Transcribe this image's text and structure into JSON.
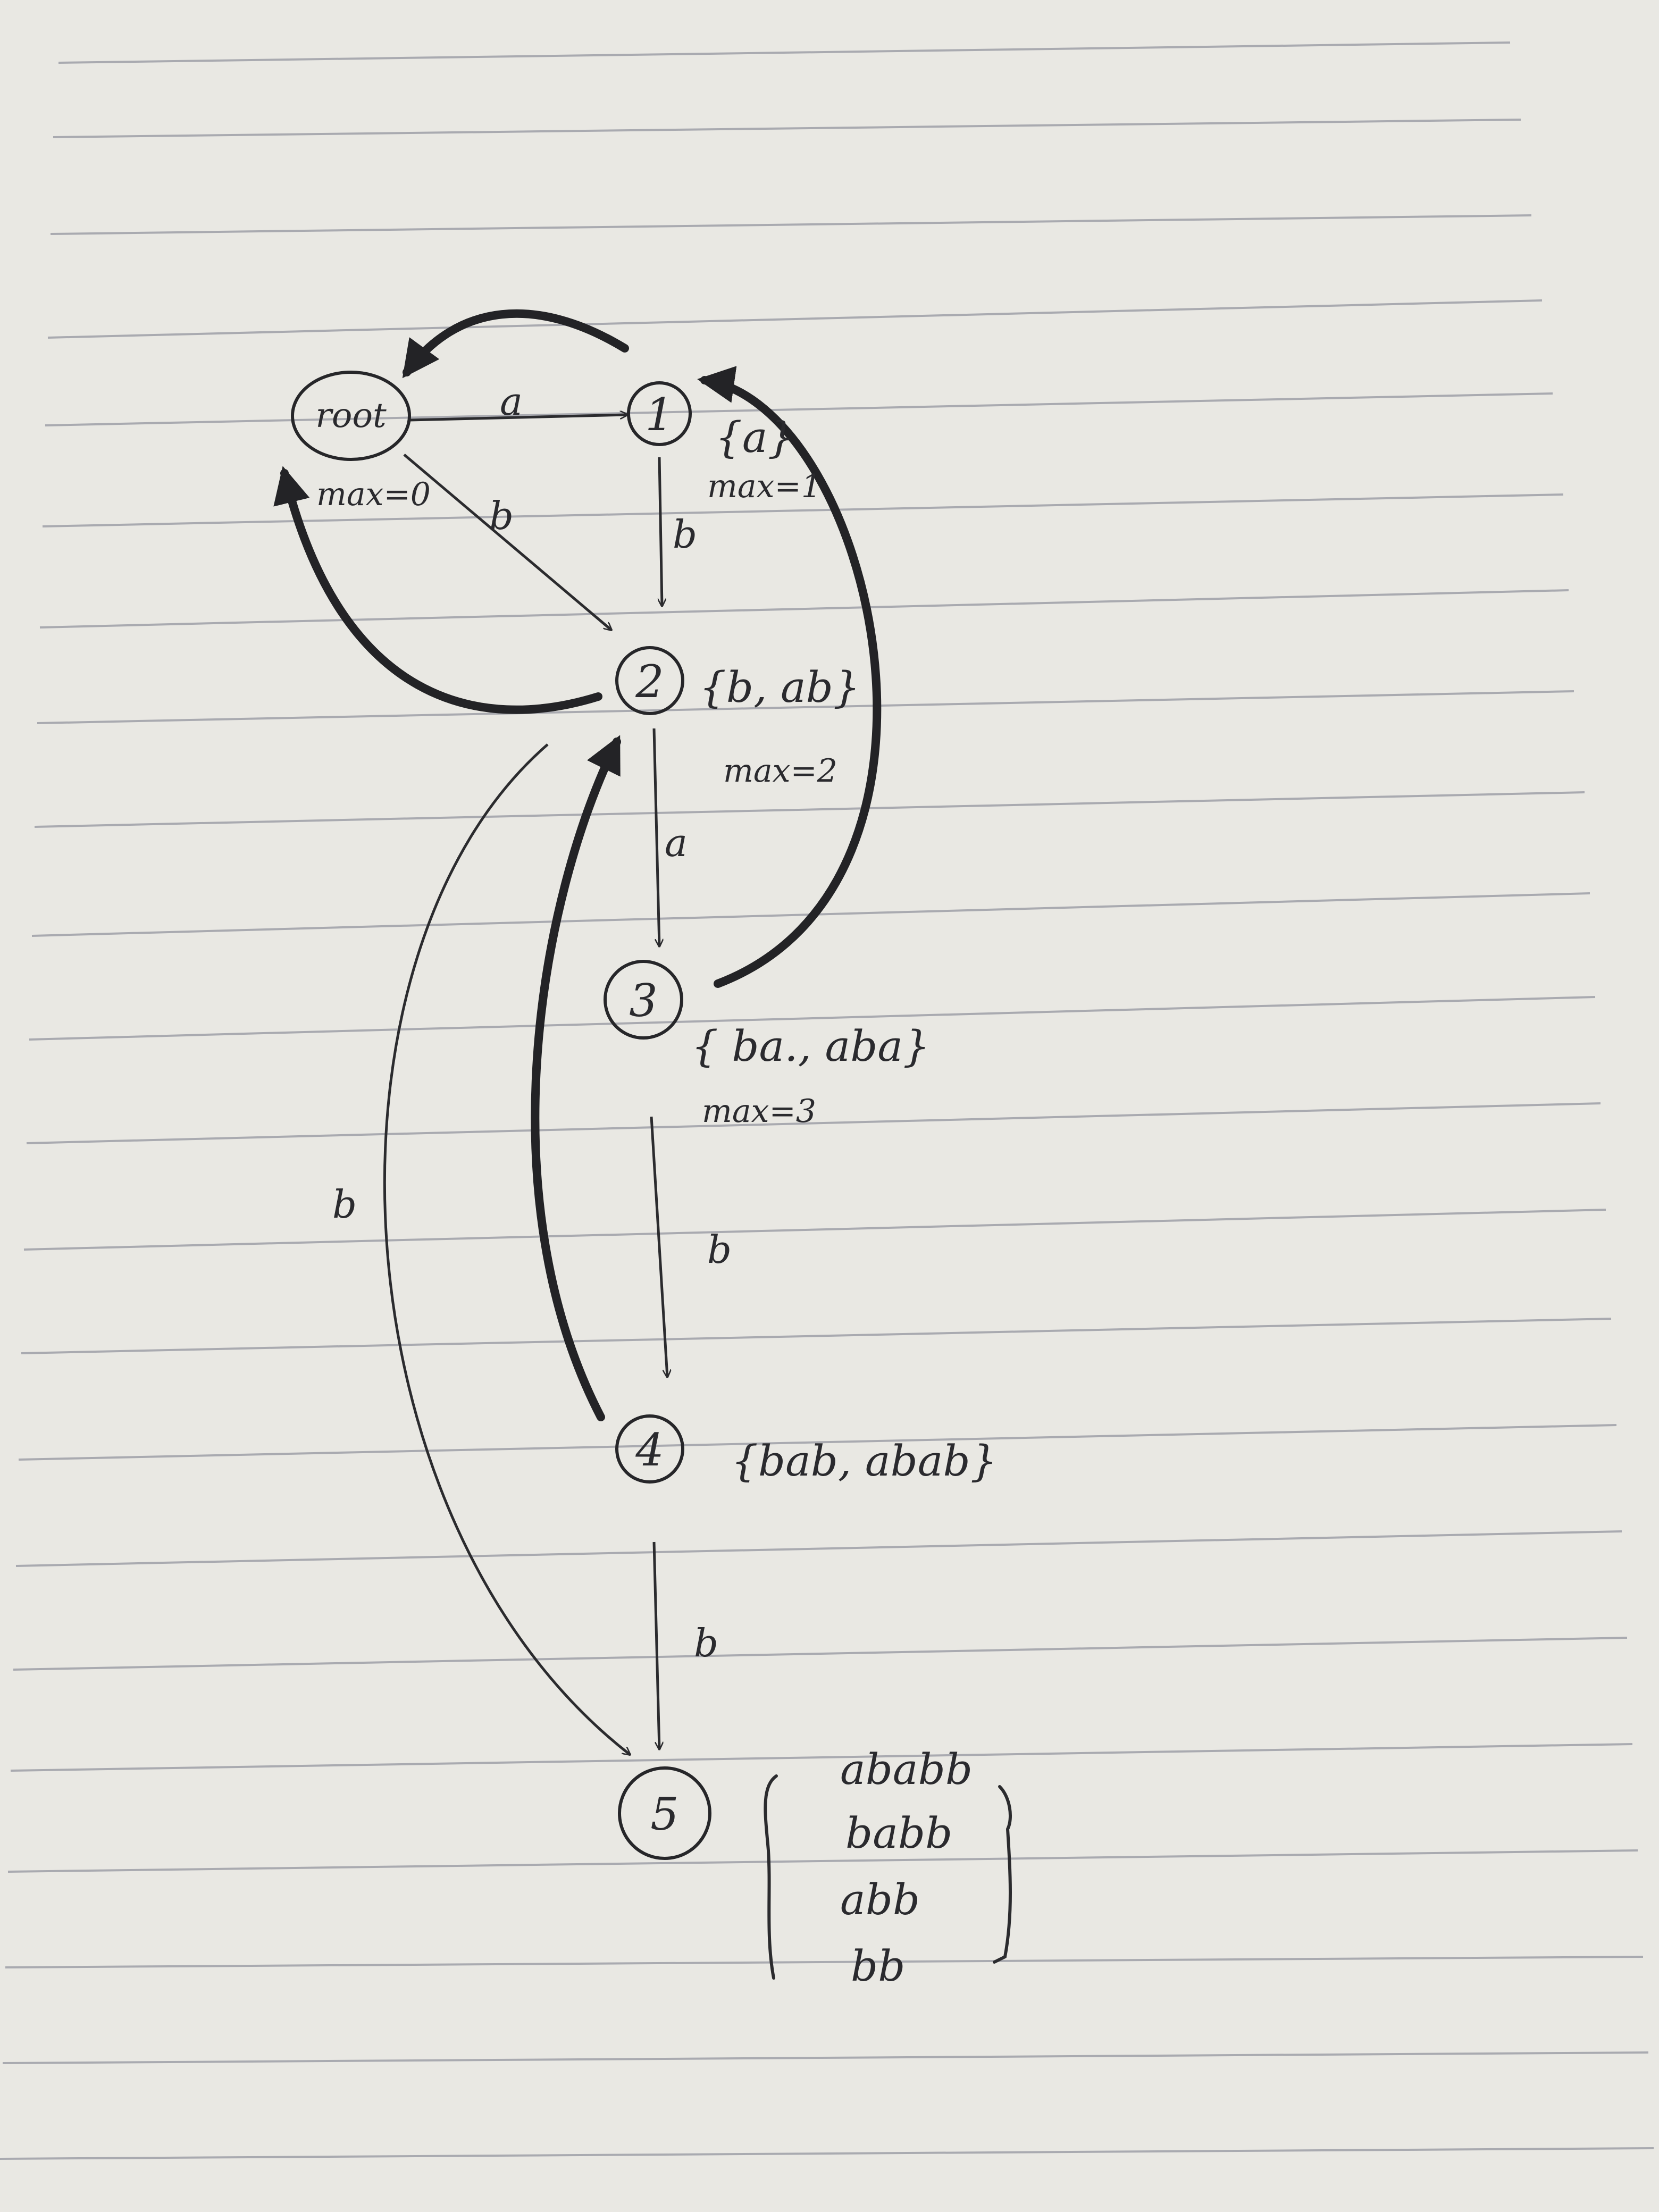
{
  "colors": {
    "paper": "#e9e8e3",
    "ink": "#2a2a2e",
    "rule": "#a9aab0"
  },
  "diagram": {
    "nodes": {
      "root": {
        "label": "root",
        "annotation": "max=0"
      },
      "n1": {
        "label": "1",
        "set": "{a}",
        "annotation": "max=1"
      },
      "n2": {
        "label": "2",
        "set": "{b, ab}",
        "annotation": "max=2"
      },
      "n3": {
        "label": "3",
        "set": "{ ba., aba}",
        "annotation": "max=3"
      },
      "n4": {
        "label": "4",
        "set": "{bab, abab}"
      },
      "n5": {
        "label": "5",
        "set_items": [
          "ababb",
          "babb",
          "abb",
          "bb"
        ]
      }
    },
    "edges": {
      "root_n1": "a",
      "root_n2": "b",
      "n1_n2": "b",
      "n2_n3": "a",
      "n3_n4": "b",
      "n4_n5": "b",
      "n2_n5": "b"
    }
  }
}
